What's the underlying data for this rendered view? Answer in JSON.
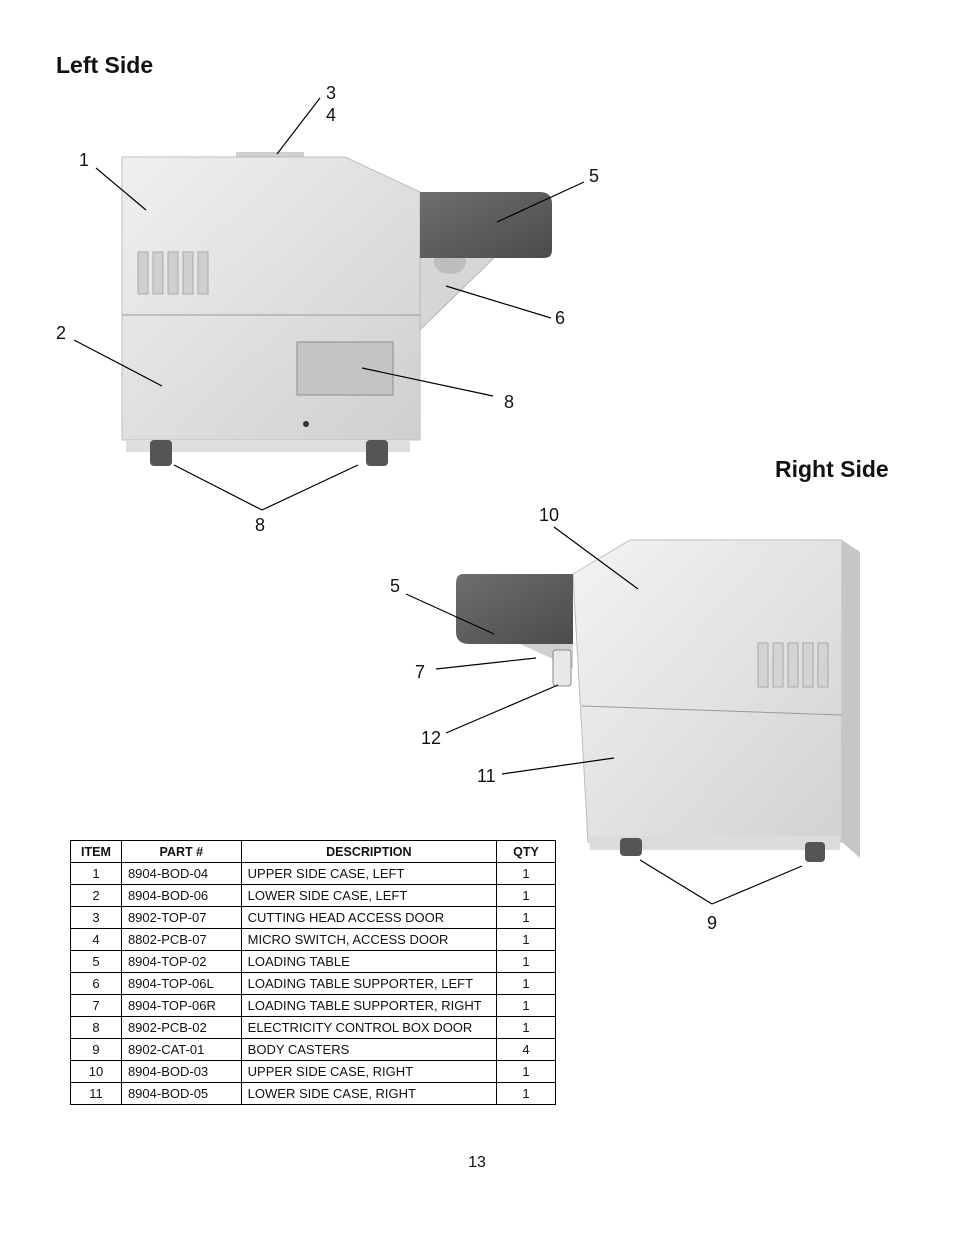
{
  "headings": {
    "left_side": "Left Side",
    "right_side": "Right Side"
  },
  "callouts": {
    "l1": "1",
    "l2": "2",
    "l3": "3",
    "l4": "4",
    "l5": "5",
    "l6": "6",
    "l8a": "8",
    "l8b": "8",
    "r5": "5",
    "r7": "7",
    "r9": "9",
    "r10": "10",
    "r11": "11",
    "r12": "12"
  },
  "table": {
    "headers": {
      "item": "ITEM",
      "part": "PART #",
      "description": "DESCRIPTION",
      "qty": "QTY"
    },
    "rows": [
      {
        "item": "1",
        "part": "8904-BOD-04",
        "description": "UPPER SIDE CASE, LEFT",
        "qty": "1"
      },
      {
        "item": "2",
        "part": "8904-BOD-06",
        "description": "LOWER SIDE CASE, LEFT",
        "qty": "1"
      },
      {
        "item": "3",
        "part": "8902-TOP-07",
        "description": "CUTTING HEAD ACCESS DOOR",
        "qty": "1"
      },
      {
        "item": "4",
        "part": "8802-PCB-07",
        "description": "MICRO SWITCH, ACCESS DOOR",
        "qty": "1"
      },
      {
        "item": "5",
        "part": "8904-TOP-02",
        "description": "LOADING TABLE",
        "qty": "1"
      },
      {
        "item": "6",
        "part": "8904-TOP-06L",
        "description": "LOADING TABLE SUPPORTER, LEFT",
        "qty": "1"
      },
      {
        "item": "7",
        "part": "8904-TOP-06R",
        "description": "LOADING TABLE SUPPORTER, RIGHT",
        "qty": "1"
      },
      {
        "item": "8",
        "part": "8902-PCB-02",
        "description": "ELECTRICITY CONTROL BOX DOOR",
        "qty": "1"
      },
      {
        "item": "9",
        "part": "8902-CAT-01",
        "description": "BODY CASTERS",
        "qty": "4"
      },
      {
        "item": "10",
        "part": "8904-BOD-03",
        "description": "UPPER SIDE CASE, RIGHT",
        "qty": "1"
      },
      {
        "item": "11",
        "part": "8904-BOD-05",
        "description": "LOWER SIDE CASE, RIGHT",
        "qty": "1"
      }
    ]
  },
  "page_number": "13"
}
